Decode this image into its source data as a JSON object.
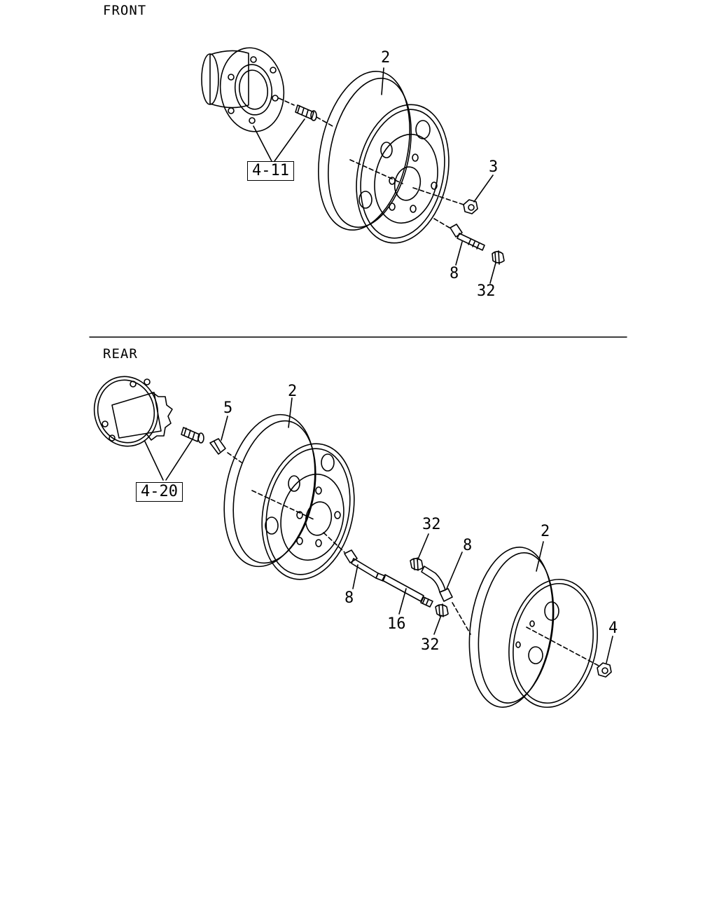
{
  "sections": {
    "front": "FRONT",
    "rear": "REAR"
  },
  "refs": {
    "front_hub": "4-11",
    "rear_hub": "4-20"
  },
  "callouts": {
    "front_wheel": "2",
    "front_nut": "3",
    "front_valve": "8",
    "front_cap": "32",
    "rear_bolt": "5",
    "rear_inner_wheel": "2",
    "rear_inner_valve": "8",
    "rear_extension": "16",
    "rear_ext_cap": "32",
    "rear_outer_cap": "32",
    "rear_outer_valve": "8",
    "rear_outer_wheel": "2",
    "rear_nut": "4"
  }
}
